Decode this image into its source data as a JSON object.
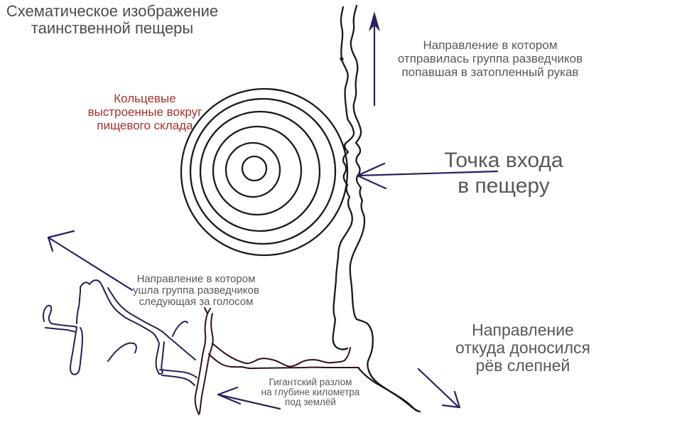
{
  "title": "Схематическое изображение\nтаинственной пещеры",
  "labels": {
    "rings": "Кольцевые\nвыстроенные вокруг\nпищевого склада",
    "flooded": "Направление в котором\nотправилась группа разведчиков\nпопавшая в затопленный рукав",
    "entrance": "Точка входа\nв пещеру",
    "voice": "Направление в котором\nушла группа разведчиков\nследующая за голосом",
    "rift": "Гигантский разлом\nна глубине километра\nпод землёй",
    "horseflies": "Направление\nоткуда доносился\nрёв слепней"
  },
  "drawing": {
    "rings_count": 6,
    "arrows_count": 5
  },
  "colors": {
    "background": "#ffffff",
    "ink": "#1a1a1a",
    "navy": "#23205a",
    "arrow": "#292060",
    "maroon": "#330f16",
    "red_text": "#a5312c",
    "gray_text": "#58585a",
    "title_text": "#4d4d4d"
  }
}
